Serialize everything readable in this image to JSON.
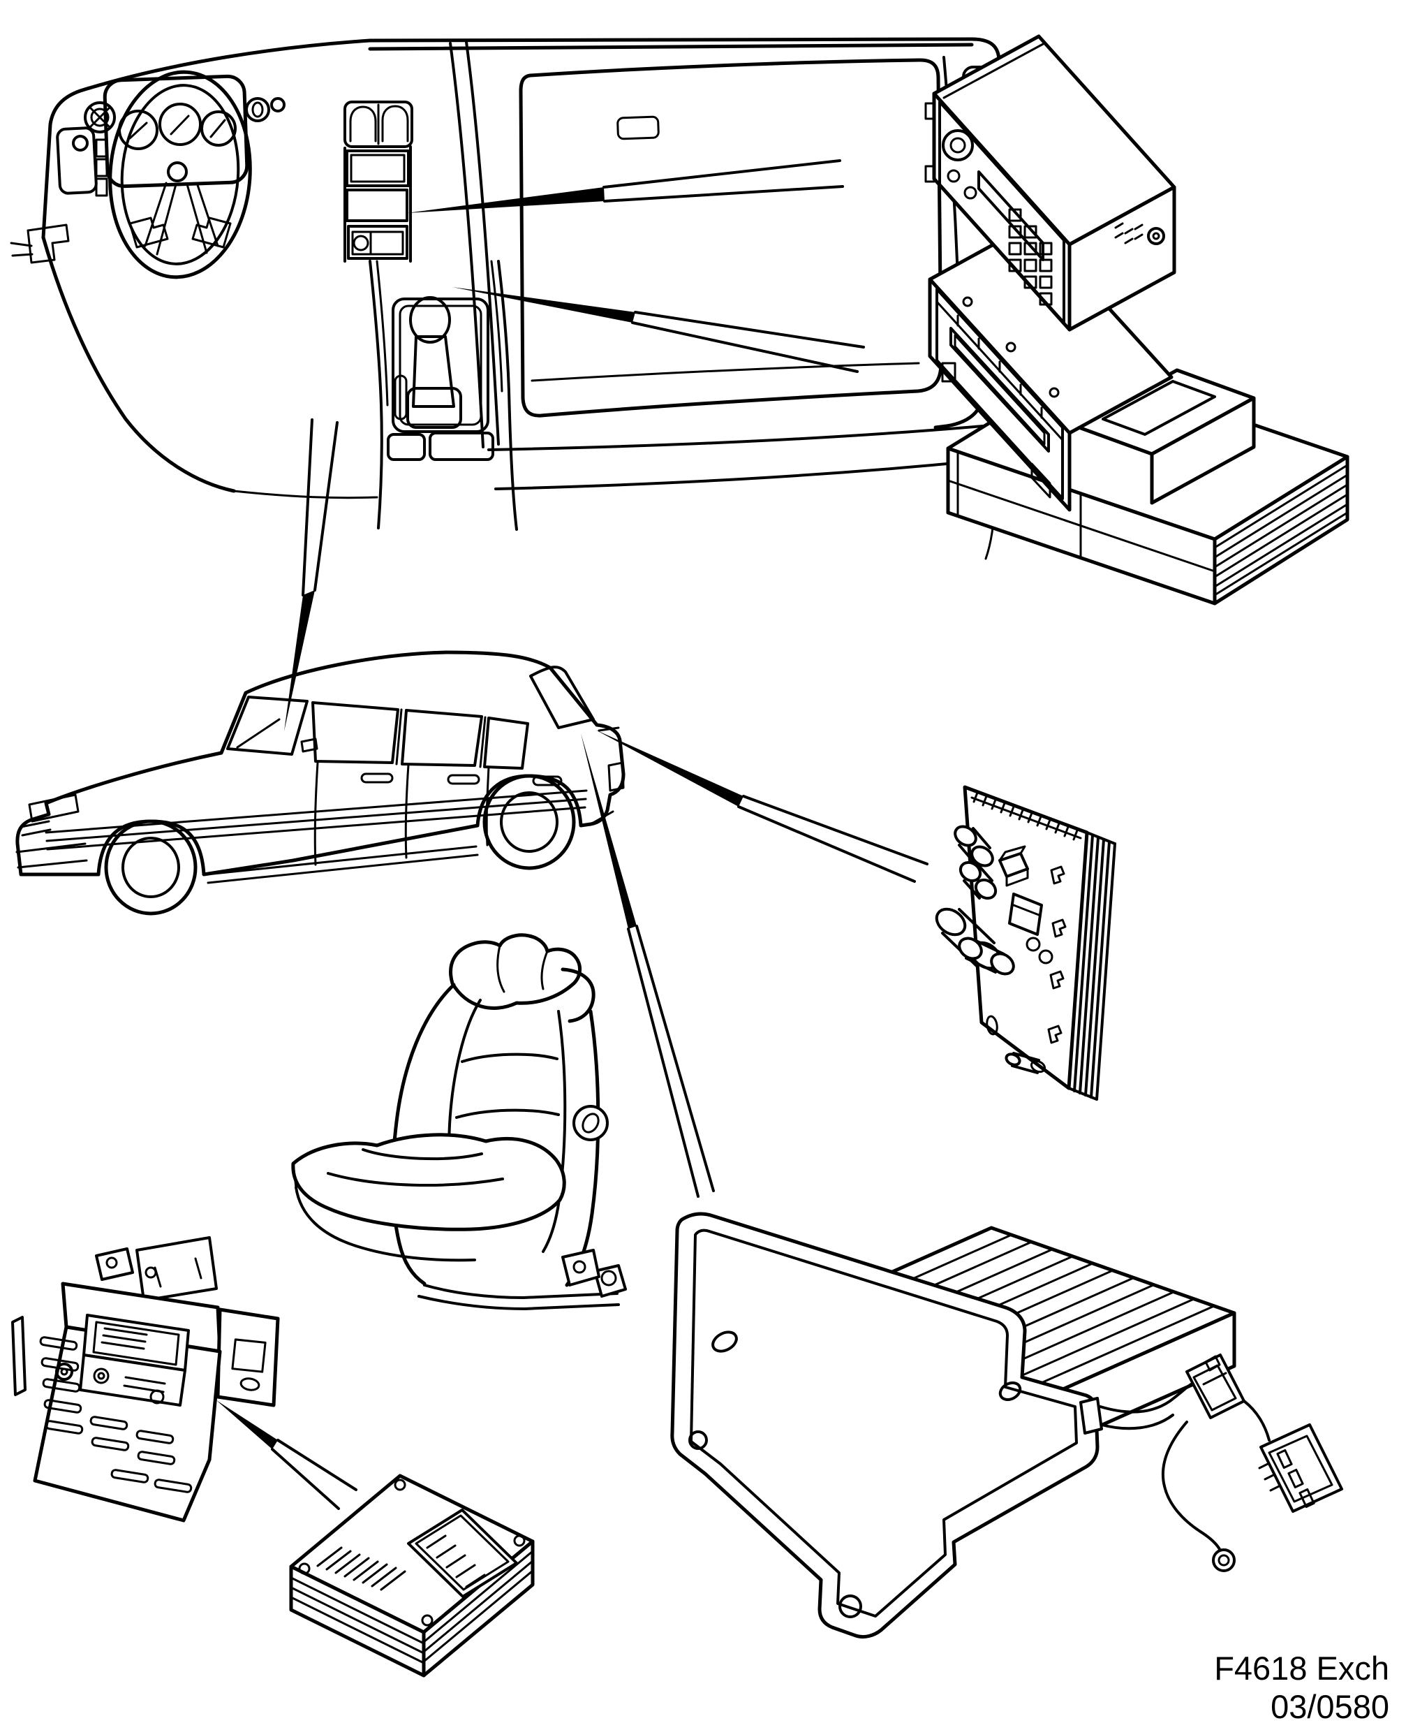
{
  "page": {
    "background": "#ffffff",
    "line_color": "#000000"
  },
  "footer": {
    "figure_code": "F4618 Exch",
    "revision": "03/0580"
  },
  "parts": [
    {
      "name": "dashboard-and-center-console"
    },
    {
      "name": "radio-head-unit"
    },
    {
      "name": "cassette-deck-unit"
    },
    {
      "name": "chassis-box-unit"
    },
    {
      "name": "car-side-view"
    },
    {
      "name": "amplifier-circuit-board"
    },
    {
      "name": "front-seat"
    },
    {
      "name": "mounting-bracket"
    },
    {
      "name": "seat-amplifier-box"
    },
    {
      "name": "rear-shelf-amplifier-assembly"
    }
  ]
}
